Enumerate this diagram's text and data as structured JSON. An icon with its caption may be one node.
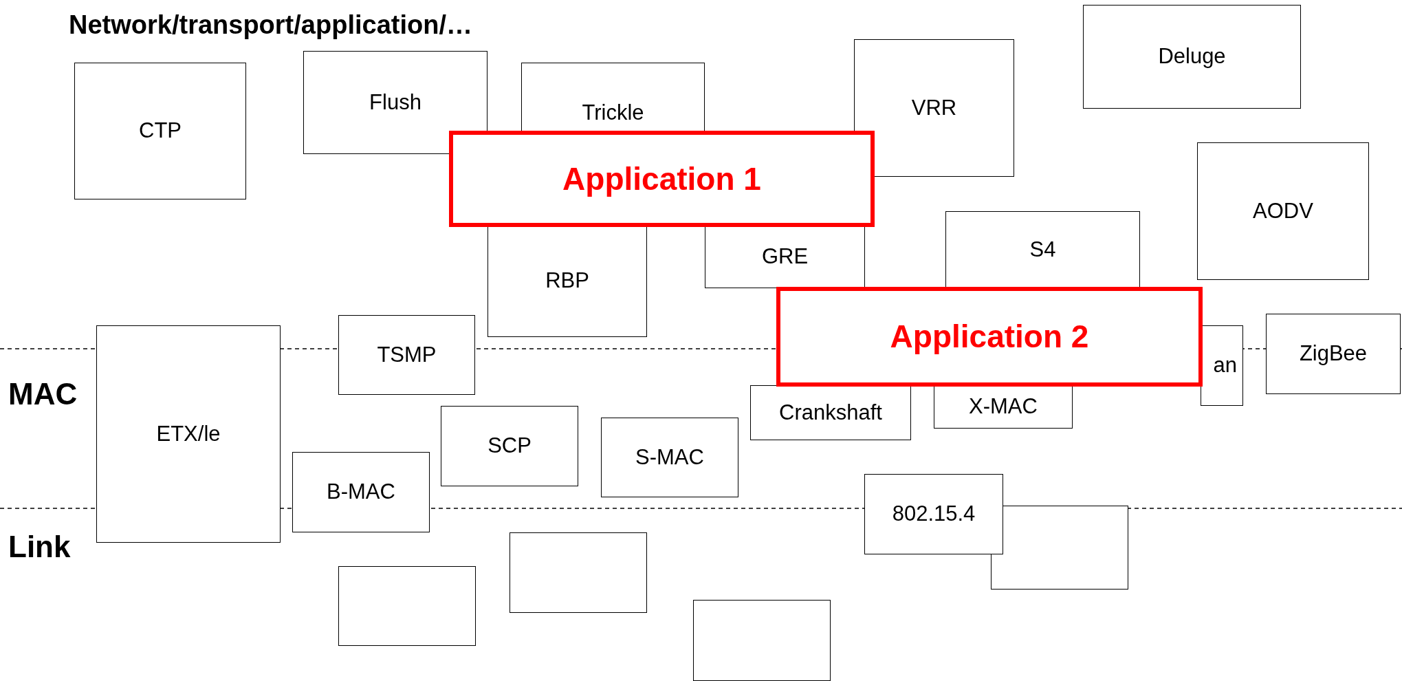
{
  "diagram": {
    "nodes": [
      {
        "text": [
          "CTP"
        ]
      },
      {
        "text": [
          "Flush"
        ]
      },
      {
        "text": [
          "Trickle"
        ]
      },
      {
        "text": [
          "VRR"
        ]
      },
      {
        "text": [
          "Deluge"
        ]
      },
      {
        "text": [
          "Application 1"
        ]
      },
      {
        "text": [
          "AODV"
        ]
      },
      {
        "text": [
          "RBP"
        ]
      },
      {
        "text": [
          "GRE"
        ]
      },
      {
        "text": [
          "S4"
        ]
      },
      {
        "text": [
          "Application 2"
        ]
      },
      {
        "text": [
          "TSMP"
        ]
      },
      {
        "text": [
          "ZigBee"
        ]
      },
      {
        "text": [
          "ETX/le"
        ]
      },
      {
        "text": [
          "an"
        ]
      },
      {
        "text": [
          "Crankshaft"
        ]
      },
      {
        "text": [
          "X-MAC"
        ]
      },
      {
        "text": [
          "SCP"
        ]
      },
      {
        "text": [
          "S-MAC"
        ]
      },
      {
        "text": [
          "B-MAC"
        ]
      },
      {
        "text": [
          "802.15.4"
        ]
      },
      {
        "text": [],
        "shape": "box"
      },
      {
        "text": [],
        "shape": "box"
      },
      {
        "text": [],
        "shape": "box"
      },
      {
        "text": [],
        "shape": "box"
      }
    ],
    "labels": [
      "Network/transport/application/…",
      "MAC",
      "Link"
    ]
  }
}
